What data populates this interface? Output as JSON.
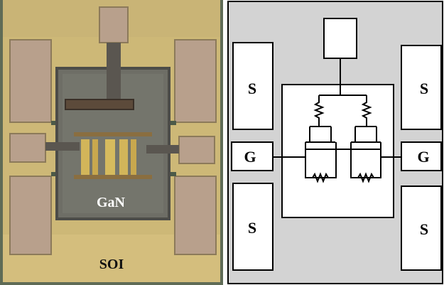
{
  "photo": {
    "labels": {
      "gan": "GaN",
      "soi": "SOI"
    },
    "colors": {
      "gold": "#cdb877",
      "gold_dark": "#a8925a",
      "pad": "#b8a08c",
      "die": "#6e6e66",
      "die_dark": "#4c4c48",
      "green_bg": "#5f6b56",
      "label": "#ffffff",
      "soi_label": "#111111"
    }
  },
  "schematic": {
    "labels": {
      "source_top_left": "S",
      "source_top_right": "S",
      "source_bottom_left": "S",
      "source_bottom_right": "S",
      "gate_left": "G",
      "gate_right": "G"
    },
    "colors": {
      "background": "#d3d3d3",
      "box_fill": "#ffffff",
      "line": "#000000"
    }
  }
}
